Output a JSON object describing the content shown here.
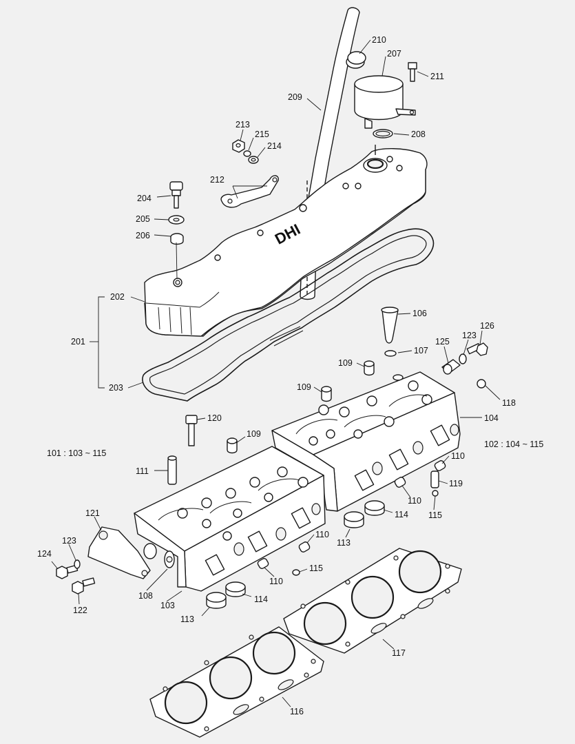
{
  "brand_logo": "DHI",
  "callouts": [
    "210",
    "207",
    "211",
    "209",
    "208",
    "213",
    "215",
    "214",
    "212",
    "204",
    "205",
    "206",
    "202",
    "201",
    "203",
    "106",
    "107",
    "125",
    "123",
    "126",
    "109",
    "109",
    "118",
    "104",
    "120",
    "109",
    "101 : 103 ~ 115",
    "102 : 104 ~ 115",
    "111",
    "110",
    "119",
    "110",
    "115",
    "114",
    "113",
    "121",
    "110",
    "123",
    "124",
    "115",
    "110",
    "108",
    "114",
    "103",
    "122",
    "113",
    "117",
    "116"
  ],
  "colors": {
    "background": "#f1f1f1",
    "line": "#1a1a1a",
    "part_fill": "#ffffff"
  }
}
